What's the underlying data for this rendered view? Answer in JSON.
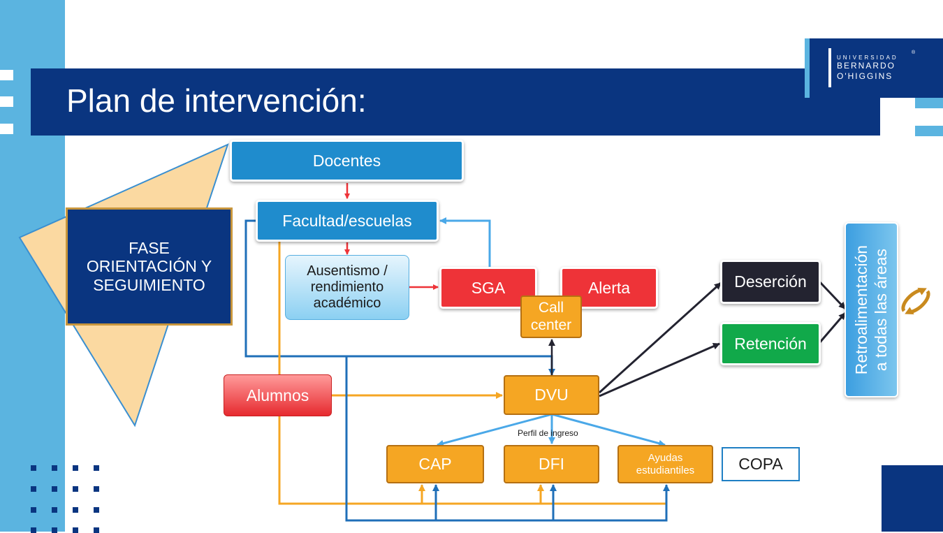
{
  "slide": {
    "title": "Plan de intervención:"
  },
  "logo": {
    "line1": "UNIVERSIDAD",
    "line2": "BERNARDO",
    "line3": "O'HIGGINS",
    "reg_mark": "®"
  },
  "phase": {
    "label_line1": "FASE",
    "label_line2": "ORIENTACIÓN Y",
    "label_line3": "SEGUIMIENTO"
  },
  "nodes": {
    "docentes": "Docentes",
    "facultad": "Facultad/escuelas",
    "ausentismo_l1": "Ausentismo /",
    "ausentismo_l2": "rendimiento",
    "ausentismo_l3": "académico",
    "sga": "SGA",
    "alerta": "Alerta",
    "call_center_l1": "Call",
    "call_center_l2": "center",
    "alumnos": "Alumnos",
    "dvu": "DVU",
    "desercion": "Deserción",
    "retencion": "Retención",
    "retro_l1": "Retroalimentación",
    "retro_l2": "a todas las áreas",
    "cap": "CAP",
    "dfi": "DFI",
    "ayudas_l1": "Ayudas",
    "ayudas_l2": "estudiantiles",
    "copa": "COPA"
  },
  "labels": {
    "perfil_ingreso": "Perfil de ingreso"
  },
  "colors": {
    "navy": "#0a3580",
    "light_blue": "#5bb4e0",
    "node_blue": "#1f8ccd",
    "red": "#ee3338",
    "orange": "#f5a623",
    "green": "#11a94a",
    "dark": "#232330",
    "gold": "#c8963c"
  }
}
